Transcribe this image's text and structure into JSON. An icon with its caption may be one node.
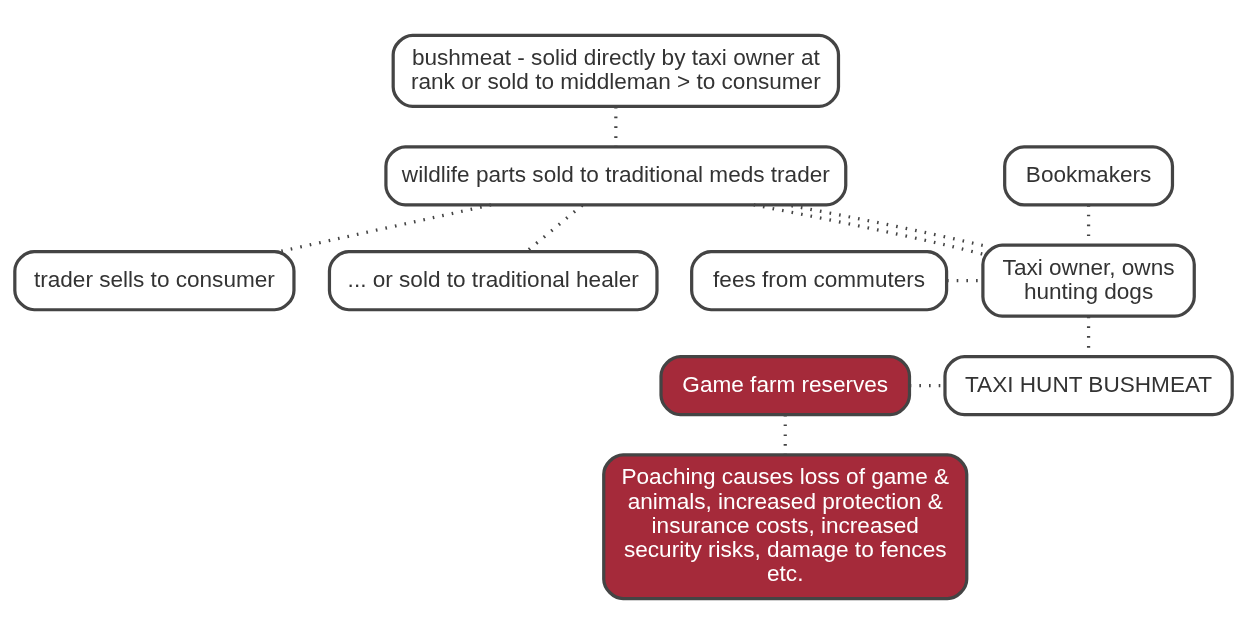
{
  "diagram": {
    "nodes": [
      {
        "text": [
          "bushmeat - solid directly by taxi owner at rank or sold to middleman > to consumer"
        ]
      },
      {
        "text": [
          "Bookmakers"
        ]
      },
      {
        "text": [
          "wildlife parts sold to traditional meds trader"
        ]
      },
      {
        "text": [
          "fees from commuters"
        ]
      },
      {
        "text": [
          "trader sells to consumer"
        ]
      },
      {
        "text": [
          "Taxi owner, owns hunting dogs"
        ]
      },
      {
        "text": [
          "... or sold to traditional healer"
        ]
      },
      {
        "text": [
          "Game farm reserves"
        ]
      },
      {
        "text": [
          "TAXI HUNT BUSHMEAT"
        ]
      },
      {
        "text": [
          "Poaching causes loss of game & animals, increased protection & insurance costs, increased security risks, damage to fences etc."
        ]
      }
    ],
    "edges": [
      {
        "from": 0,
        "to": 2,
        "arrow": "none",
        "style": "dashed"
      },
      {
        "from": 1,
        "to": 5,
        "arrow": "none",
        "style": "dashed"
      },
      {
        "from": 3,
        "to": 5,
        "arrow": "none",
        "style": "dashed"
      },
      {
        "from": 5,
        "to": 2,
        "arrow": "none",
        "style": "dashed"
      },
      {
        "from": 5,
        "to": 2,
        "arrow": "none",
        "style": "dashed"
      },
      {
        "from": 2,
        "to": 4,
        "arrow": "none",
        "style": "dashed"
      },
      {
        "from": 2,
        "to": 6,
        "arrow": "none",
        "style": "dashed"
      },
      {
        "from": 5,
        "to": 8,
        "arrow": "none",
        "style": "dashed"
      },
      {
        "from": 7,
        "to": 8,
        "arrow": "none",
        "style": "dashed"
      },
      {
        "from": 7,
        "to": 9,
        "arrow": "none",
        "style": "dashed"
      }
    ]
  }
}
